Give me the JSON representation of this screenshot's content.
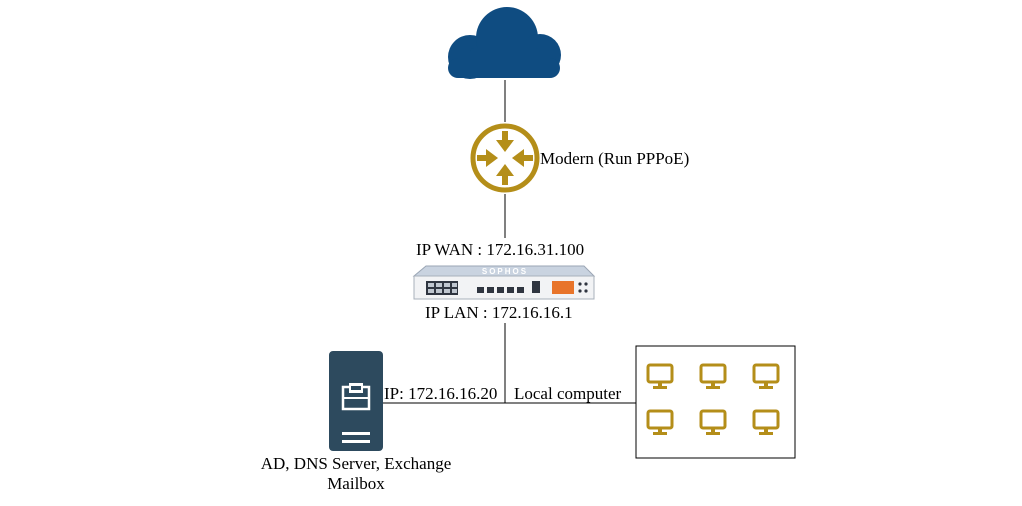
{
  "colors": {
    "cloud": "#0f4c81",
    "router": "#b48e19",
    "server": "#2d4a5e",
    "monitor": "#b48e19",
    "firewall_accent": "#e8742a"
  },
  "icons": {
    "internet": "cloud-icon",
    "modem": "router-icon",
    "firewall": "firewall-appliance-icon",
    "server": "mail-server-icon",
    "computer": "monitor-icon"
  },
  "labels": {
    "router": "Modern (Run PPPoE)",
    "wan": "IP WAN : 172.16.31.100",
    "lan": "IP LAN : 172.16.16.1",
    "server_ip": "IP: 172.16.16.20",
    "local_computer": "Local computer",
    "server_name": "AD, DNS Server, Exchange Mailbox"
  },
  "firewall": {
    "brand": "SOPHOS"
  },
  "computer_count": 6
}
